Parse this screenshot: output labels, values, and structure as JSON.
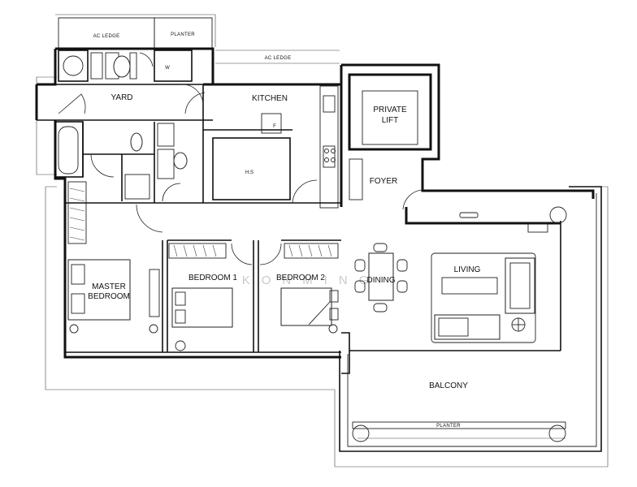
{
  "rooms": {
    "ac_ledge_top": "AC LEDGE",
    "planter_top": "PLANTER",
    "ac_ledge_mid": "AC LEDGE",
    "washer": "W",
    "yard": "YARD",
    "kitchen": "KITCHEN",
    "fridge": "F",
    "household_shelter": "H.S",
    "private_lift_line1": "PRIVATE",
    "private_lift_line2": "LIFT",
    "foyer": "FOYER",
    "living": "LIVING",
    "dining": "DINING",
    "master_bedroom_line1": "MASTER",
    "master_bedroom_line2": "BEDROOM",
    "bedroom1": "BEDROOM 1",
    "bedroom2": "BEDROOM 2",
    "balcony": "BALCONY",
    "planter_bottom": "PLANTER"
  },
  "watermark": "KONMINGH"
}
